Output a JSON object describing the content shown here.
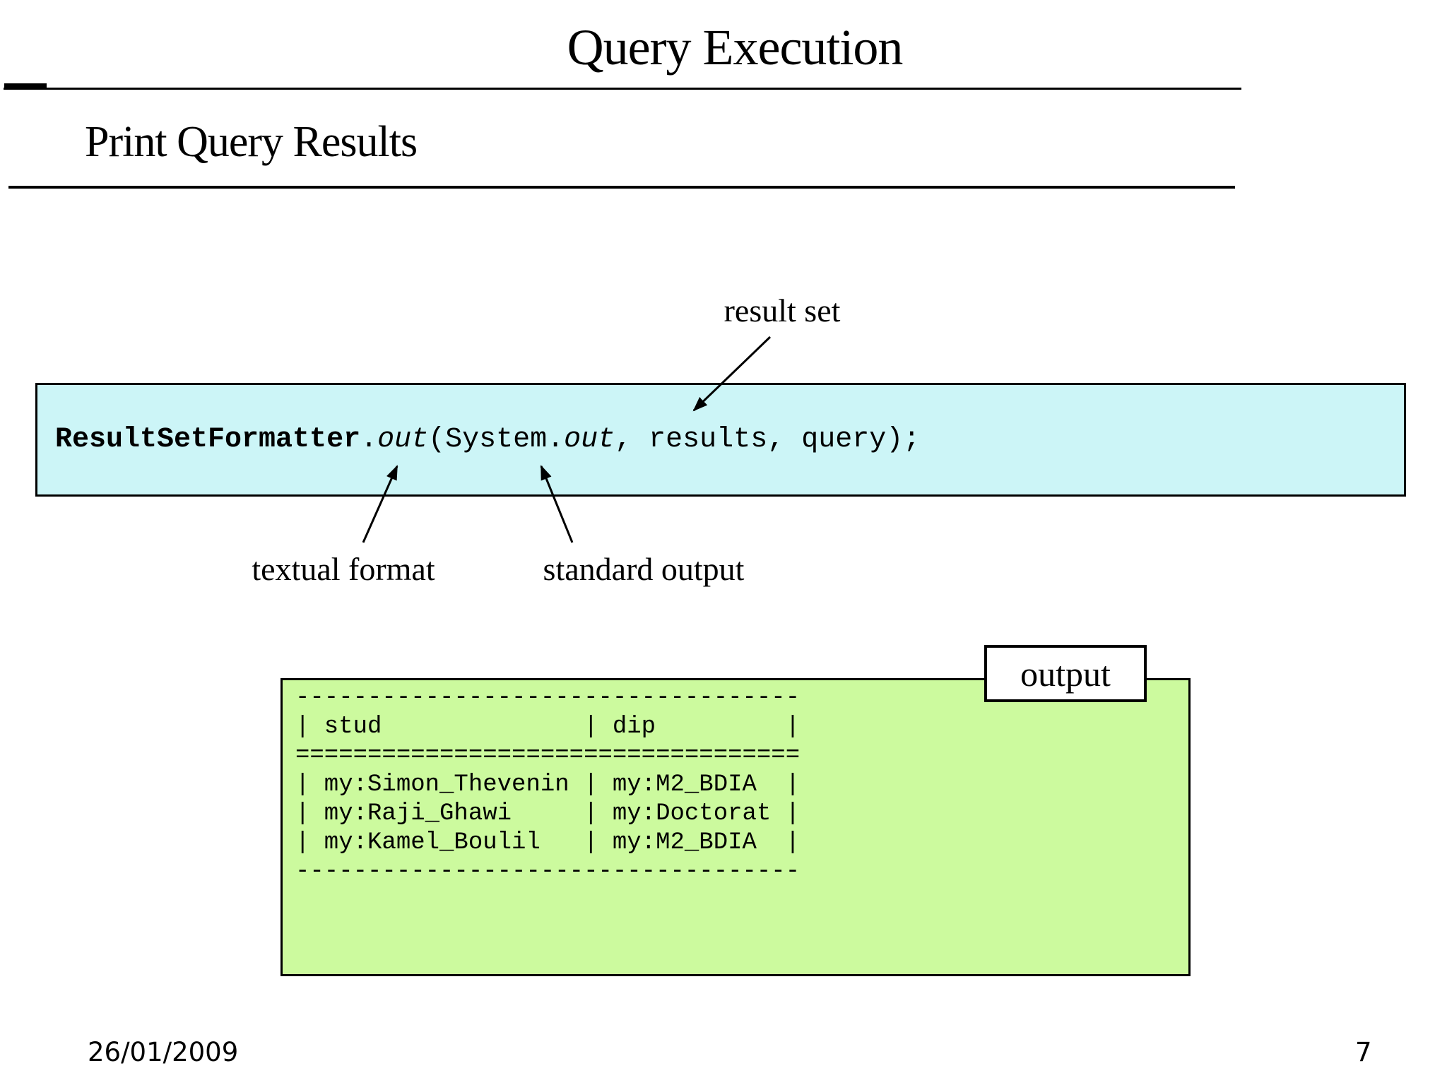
{
  "slide": {
    "title": "Query Execution",
    "subtitle": "Print Query Results",
    "annotations": {
      "result_set": "result set",
      "textual_format": "textual format",
      "standard_output": "standard output",
      "output_tag": "output"
    },
    "code": {
      "parts": [
        {
          "text": "ResultSetFormatter",
          "style": "bold"
        },
        {
          "text": ".",
          "style": "normal"
        },
        {
          "text": "out",
          "style": "italic"
        },
        {
          "text": "(System.",
          "style": "normal"
        },
        {
          "text": "out",
          "style": "italic"
        },
        {
          "text": ", results, query);",
          "style": "normal"
        }
      ]
    },
    "output": {
      "lines": [
        "-----------------------------------",
        "| stud              | dip         |",
        "===================================",
        "| my:Simon_Thevenin | my:M2_BDIA  |",
        "| my:Raji_Ghawi     | my:Doctorat |",
        "| my:Kamel_Boulil   | my:M2_BDIA  |",
        "-----------------------------------"
      ]
    },
    "footer": {
      "date": "26/01/2009",
      "page": "7"
    },
    "colors": {
      "code_bg": "#CCF5F7",
      "output_bg": "#CCFA9E"
    }
  }
}
